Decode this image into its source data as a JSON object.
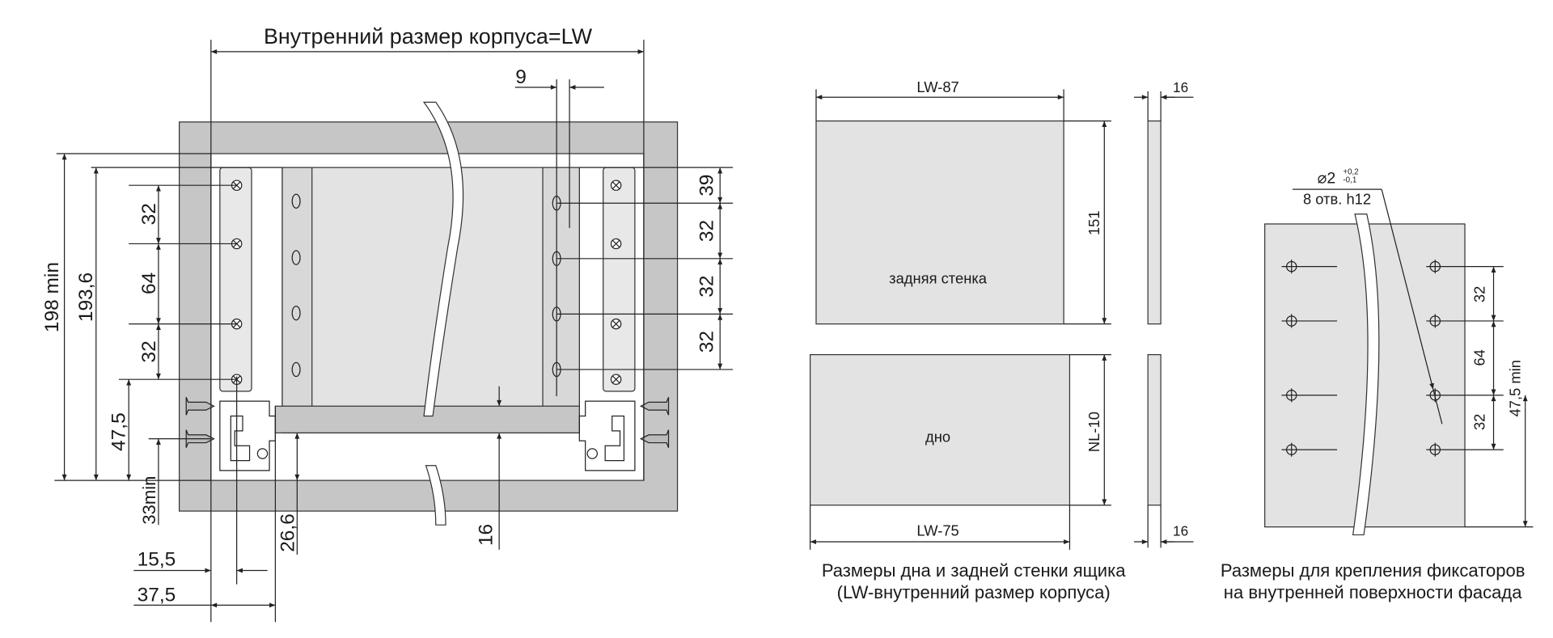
{
  "left_drawing": {
    "title": "Внутренний размер корпуса=LW",
    "dims": {
      "gap_9": "9",
      "d39": "39",
      "r32a": "32",
      "r32b": "32",
      "r32c": "32",
      "h198": "198 min",
      "h193": "193,6",
      "l32a": "32",
      "l64": "64",
      "l32b": "32",
      "h47": "47,5",
      "h33": "33min",
      "w15": "15,5",
      "w37": "37,5",
      "h26": "26,6",
      "h16": "16"
    }
  },
  "middle_drawing": {
    "rear_wall_label": "задняя стенка",
    "bottom_label": "дно",
    "dims": {
      "lw87": "LW-87",
      "h151": "151",
      "t16_top": "16",
      "nl10": "NL-10",
      "lw75": "LW-75",
      "t16_bottom": "16"
    },
    "caption_line1": "Размеры дна и задней стенки ящика",
    "caption_line2": "(LW-внутренний размер корпуса)"
  },
  "right_drawing": {
    "hole_diameter": "⌀2",
    "tolerance_upper": "+0,2",
    "tolerance_lower": "-0,1",
    "hole_note": "8 отв. h12",
    "dims": {
      "d32a": "32",
      "d64": "64",
      "d32b": "32",
      "h47min": "47,5 min"
    },
    "caption_line1": "Размеры для крепления фиксаторов",
    "caption_line2": "на внутренней поверхности фасада"
  },
  "colors": {
    "frame": "#c6c6c6",
    "panel": "#e3e3e3",
    "line": "#222222"
  }
}
